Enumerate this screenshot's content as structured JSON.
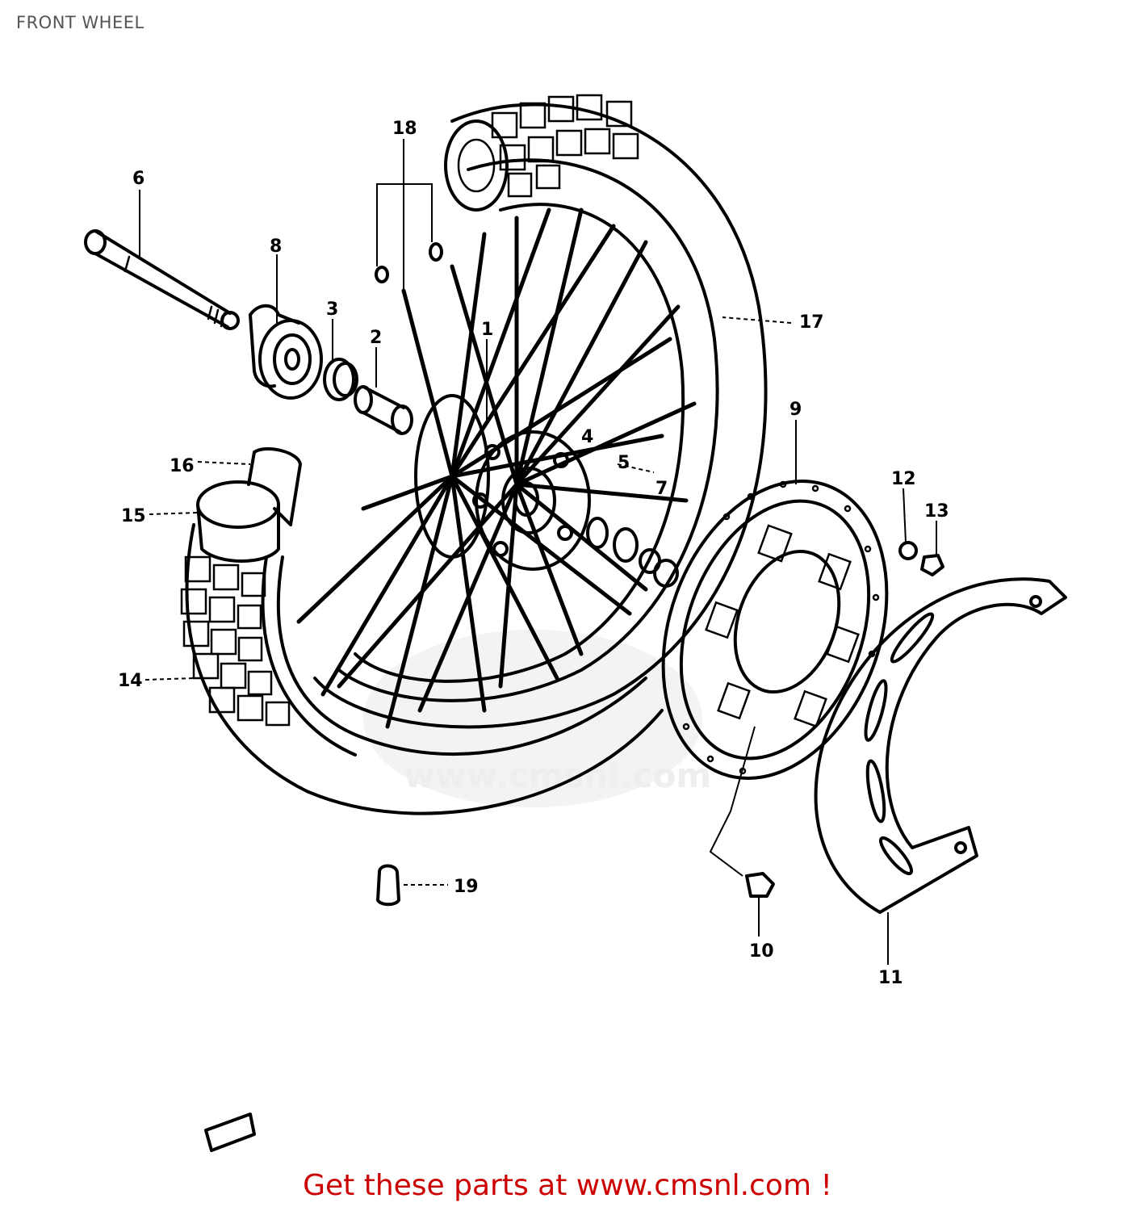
{
  "page": {
    "title": "FRONT WHEEL",
    "footer": "Get these parts at www.cmsnl.com !",
    "footer_color": "#cc0000",
    "watermark": "www.cmsnl.com"
  },
  "callouts": [
    {
      "id": "1",
      "label": "1",
      "part": "hub"
    },
    {
      "id": "2",
      "label": "2",
      "part": "spacer"
    },
    {
      "id": "3",
      "label": "3",
      "part": "bearing"
    },
    {
      "id": "4",
      "label": "4",
      "part": "bearing-right"
    },
    {
      "id": "5",
      "label": "5",
      "part": "spacer-right"
    },
    {
      "id": "6",
      "label": "6",
      "part": "axle"
    },
    {
      "id": "7",
      "label": "7",
      "part": "collar"
    },
    {
      "id": "8",
      "label": "8",
      "part": "speedometer-gearbox"
    },
    {
      "id": "9",
      "label": "9",
      "part": "brake-disc"
    },
    {
      "id": "10",
      "label": "10",
      "part": "disc-bolt"
    },
    {
      "id": "11",
      "label": "11",
      "part": "disc-cover"
    },
    {
      "id": "12",
      "label": "12",
      "part": "cover-bolt"
    },
    {
      "id": "13",
      "label": "13",
      "part": "cover-washer"
    },
    {
      "id": "14",
      "label": "14",
      "part": "tire"
    },
    {
      "id": "15",
      "label": "15",
      "part": "tube"
    },
    {
      "id": "16",
      "label": "16",
      "part": "rim-band"
    },
    {
      "id": "17",
      "label": "17",
      "part": "rim"
    },
    {
      "id": "18",
      "label": "18",
      "part": "spoke-set"
    },
    {
      "id": "19",
      "label": "19",
      "part": "valve-cap"
    }
  ]
}
